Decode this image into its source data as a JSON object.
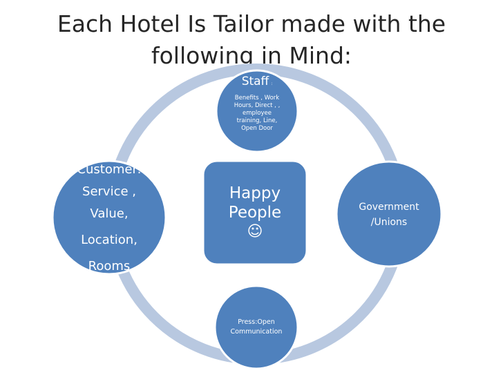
{
  "title": {
    "line1": "Each Hotel Is Tailor made with the",
    "line2": "following in Mind:"
  },
  "center": {
    "line1": "Happy",
    "line2": "People",
    "line3": "☺"
  },
  "nodes": {
    "staff": {
      "heading": "Staff",
      "heading_suffix": ":",
      "details": [
        "Benefits , Work",
        "Hours, Direct , ,",
        "employee",
        "training, Line,",
        "Open Door"
      ]
    },
    "government": {
      "lines": [
        "Government",
        "/Unions"
      ]
    },
    "press": {
      "lines": [
        "Press:Open",
        "Communication"
      ]
    },
    "customer": {
      "lines": [
        "Customer:",
        "Service ,",
        "Value,",
        "Location,",
        "Rooms"
      ]
    }
  },
  "colors": {
    "fill": "#4f81bd",
    "stroke": "#ffffff",
    "ring": "#b8c8e0",
    "title": "#262626"
  }
}
